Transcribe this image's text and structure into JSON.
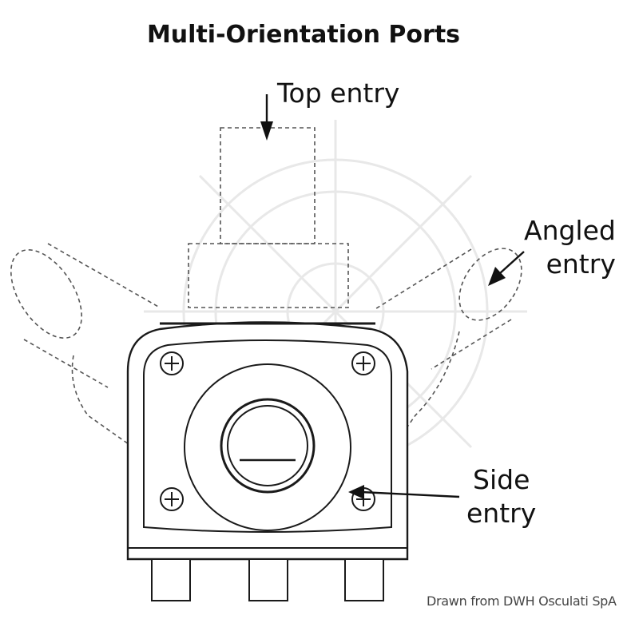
{
  "title": "Multi-Orientation Ports",
  "labels": {
    "top_entry": "Top entry",
    "angled_entry_line1": "Angled",
    "angled_entry_line2": "entry",
    "side_entry_line1": "Side",
    "side_entry_line2": "entry"
  },
  "credit": "Drawn from DWH Osculati SpA",
  "watermark": "ship's wheel logo",
  "colors": {
    "line": "#1a1a1a",
    "dashed": "#555555",
    "watermark": "#e6e6e6"
  }
}
